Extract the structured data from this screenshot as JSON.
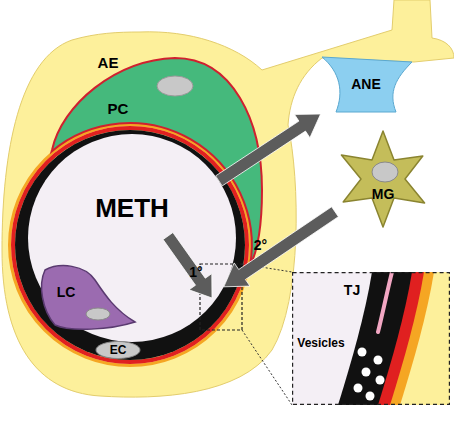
{
  "diagram": {
    "nodes": [
      {
        "text": [
          "AE"
        ]
      },
      {
        "text": [
          "PC"
        ],
        "in": 0
      },
      {
        "text": [
          "METH"
        ],
        "in": 0
      },
      {
        "text": [
          "LC"
        ],
        "in": 0
      },
      {
        "text": [
          "EC"
        ],
        "in": 0
      },
      {
        "text": [
          "ANE"
        ]
      },
      {
        "text": [
          "MG"
        ]
      },
      {
        "text": [
          "TJ",
          "Vesicles"
        ]
      }
    ],
    "edges": [
      {
        "from": 2,
        "to": 5,
        "arrow": "to"
      },
      {
        "from": 6,
        "to": 2,
        "label": "2°",
        "arrow": "to"
      }
    ],
    "labels": [
      "1°"
    ]
  }
}
